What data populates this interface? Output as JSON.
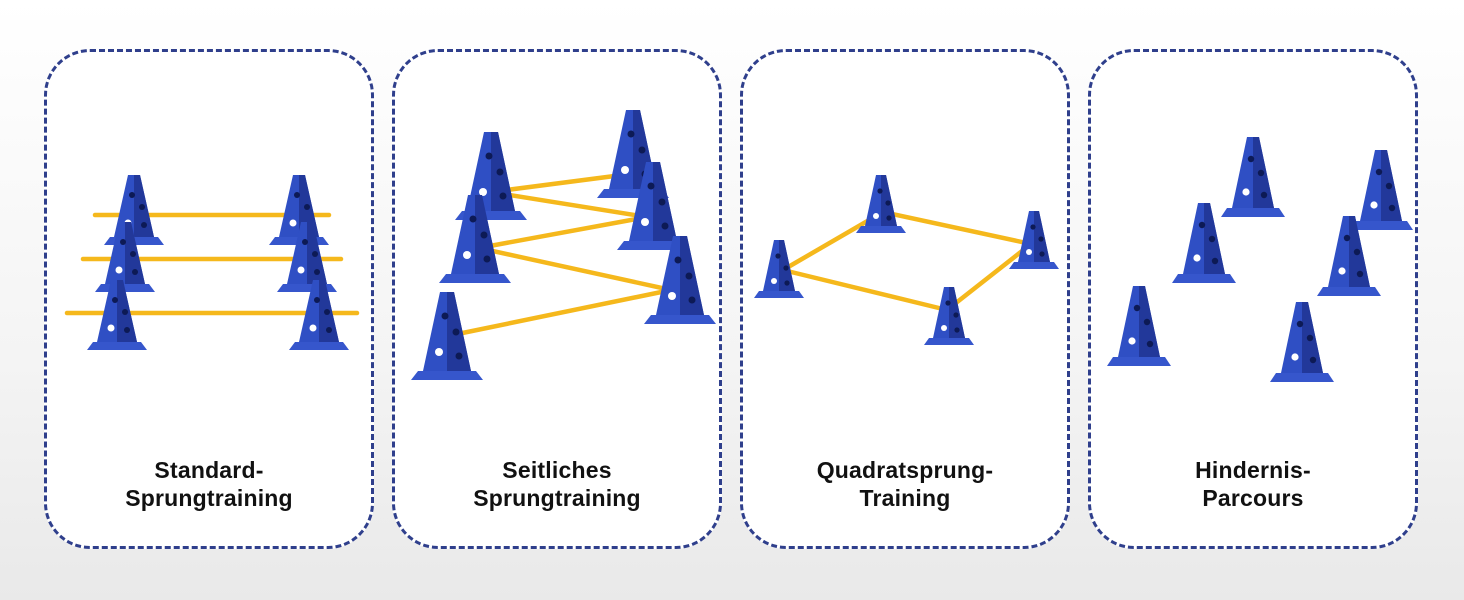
{
  "colors": {
    "border": "#2f3f8c",
    "cone": "#2f4fc4",
    "pole": "#f5b81c",
    "text": "#111111"
  },
  "cards": [
    {
      "line1": "Standard-",
      "line2": "Sprungtraining"
    },
    {
      "line1": "Seitliches",
      "line2": "Sprungtraining"
    },
    {
      "line1": "Quadratsprung-",
      "line2": "Training"
    },
    {
      "line1": "Hindernis-",
      "line2": "Parcours"
    }
  ]
}
